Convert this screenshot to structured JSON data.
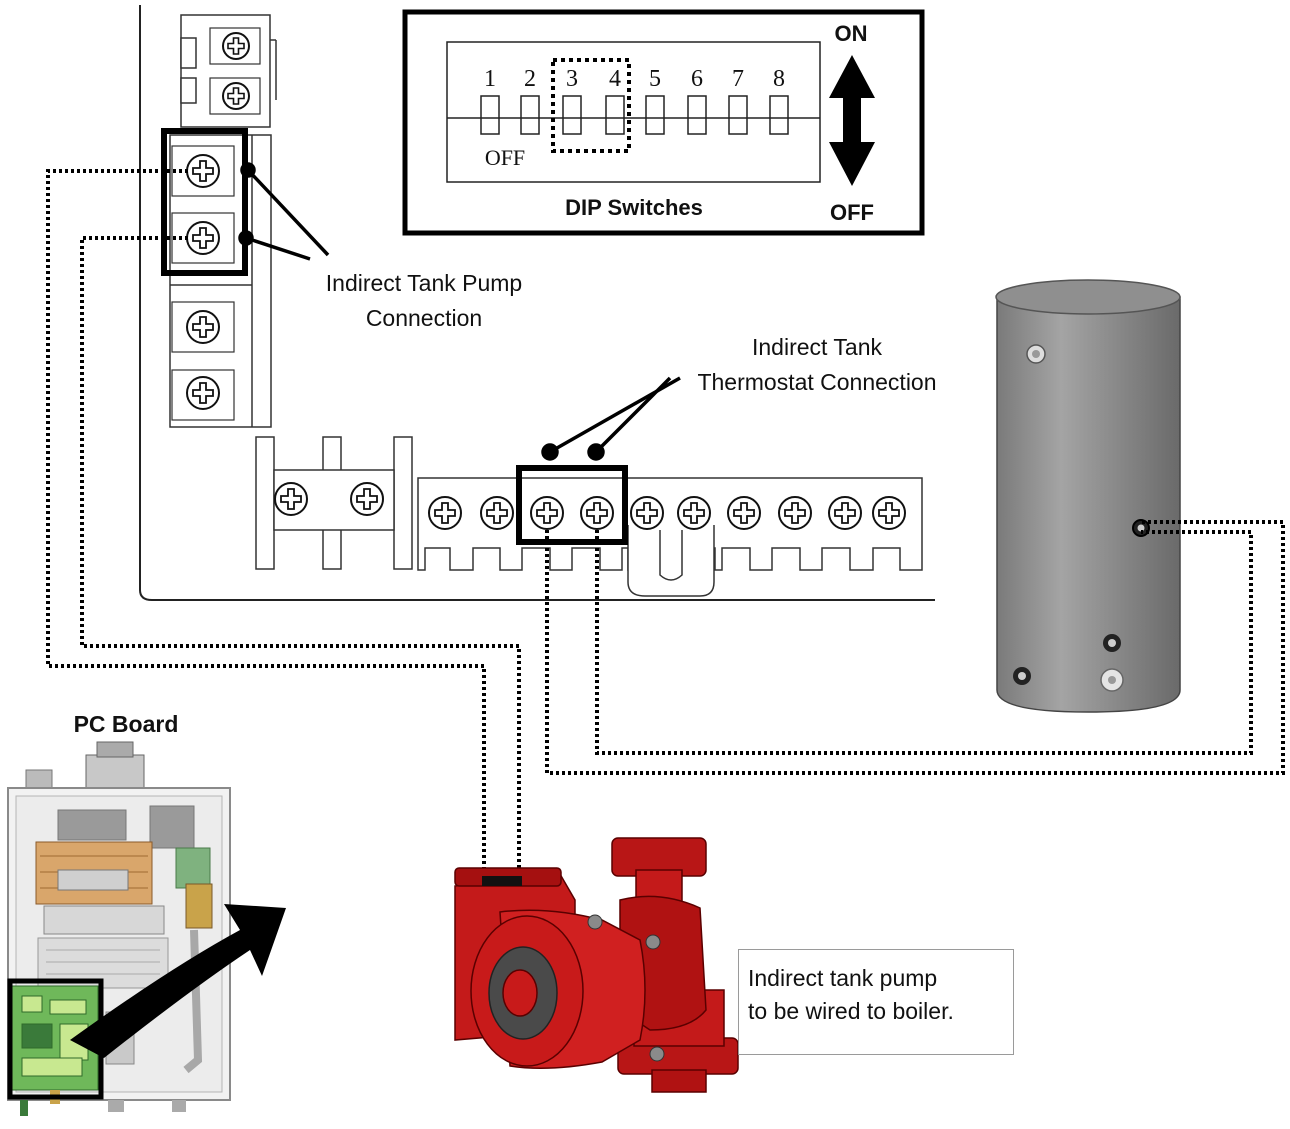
{
  "dip": {
    "title": "DIP Switches",
    "on_label": "ON",
    "off_label": "OFF",
    "off_marker": "OFF",
    "numbers": [
      "1",
      "2",
      "3",
      "4",
      "5",
      "6",
      "7",
      "8"
    ]
  },
  "labels": {
    "pump_connection_line1": "Indirect Tank Pump",
    "pump_connection_line2": "Connection",
    "thermostat_line1": "Indirect Tank",
    "thermostat_line2": "Thermostat Connection",
    "pc_board": "PC Board"
  },
  "note": {
    "line1": "Indirect tank pump",
    "line2": "to be wired to boiler."
  }
}
